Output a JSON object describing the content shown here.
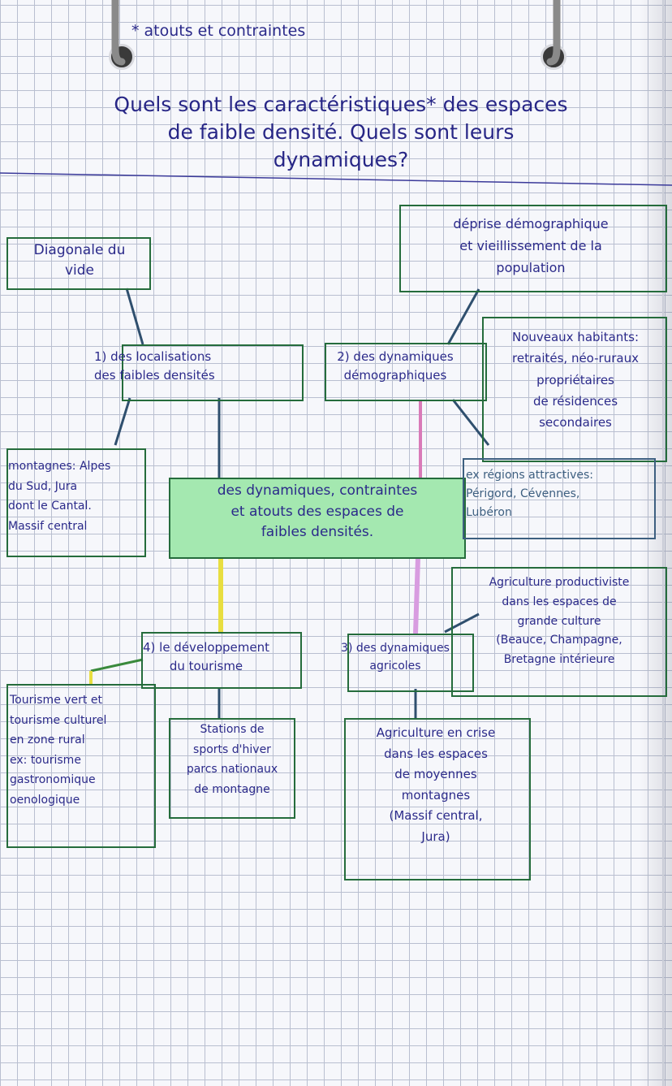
{
  "header": {
    "title": "* atouts et contraintes"
  },
  "question": {
    "text": "Quels sont les caractéristiques* des espaces\nde faible densité. Quels sont leurs\ndynamiques?"
  },
  "boxes": {
    "diagonale": "Diagonale du\nvide",
    "localisations": "1) des localisations\ndes faibles densités",
    "montagnes": "montagnes: Alpes\ndu Sud, Jura\ndont le Cantal.\nMassif central",
    "center": "des dynamiques, contraintes\net atouts des espaces de\nfaibles densités.",
    "demographiques": "2) des dynamiques\ndémographiques",
    "deprise": "déprise démographique\net vieillissement de la\npopulation",
    "nouveaux": "Nouveaux habitants:\nretraités, néo-ruraux\npropriétaires\nde résidences\nsecondaires",
    "regions": "ex régions attractives:\nPérigord, Cévennes,\nLubéron",
    "agriculture_prod": "Agriculture productiviste\ndans les espaces de\ngrande culture\n(Beauce, Champagne,\nBretagne intérieure",
    "tourisme": "4) le développement\ndu tourisme",
    "tourisme_vert": "Tourisme vert et\ntourisme culturel\nen zone rural\nex: tourisme\ngastronomique\noenologique",
    "stations": "Stations de\nsports d'hiver\nparcs nationaux\nde montagne",
    "agricoles": "3) des dynamiques\nagricoles",
    "agriculture_crise": "Agriculture en crise\ndans les espaces\nde moyennes\nmontagnes\n(Massif central,\nJura)"
  },
  "colors": {
    "ink": "#2b2a8a",
    "box_border": "#256c3c",
    "center_fill": "#a4e8b0",
    "highlight_purple": "#deb0ee",
    "highlight_blue": "#b8c4f0",
    "highlight_yellow": "#f8ee5a"
  }
}
